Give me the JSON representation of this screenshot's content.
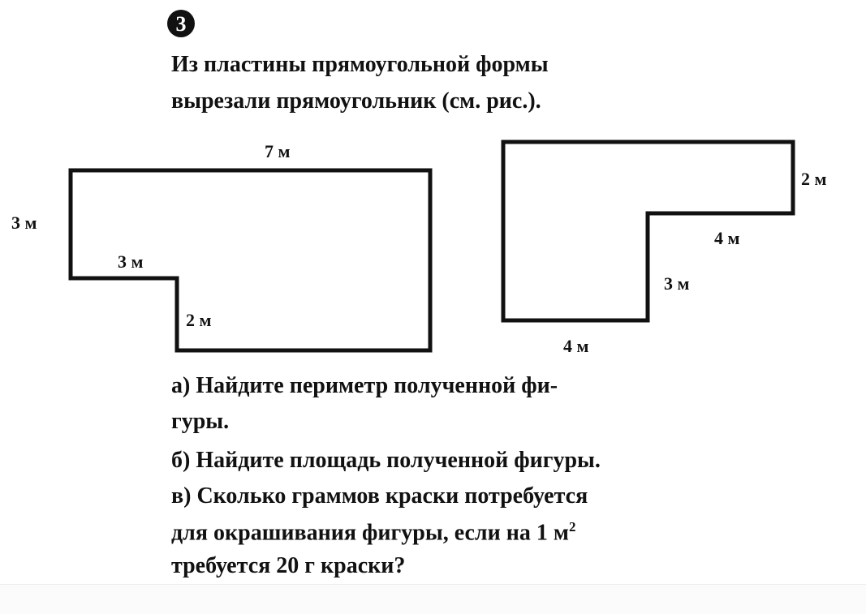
{
  "problem_number": "3",
  "intro": [
    "Из пластины прямоугольной формы",
    "вырезали прямоугольник (см. рис.)."
  ],
  "figure_left": {
    "top": "7 м",
    "left": "3 м",
    "notch_top": "3 м",
    "notch_side": "2 м"
  },
  "figure_right": {
    "right": "2 м",
    "step_top": "4 м",
    "step_side": "3 м",
    "bottom": "4 м"
  },
  "questions": {
    "a": [
      "а) Найдите периметр полученной фи-",
      "гуры."
    ],
    "b": "б) Найдите площадь полученной фигуры.",
    "c": [
      "в) Сколько граммов краски потребуется",
      "для окрашивания фигуры, если на 1 м",
      "требуется 20 г краски?"
    ],
    "c_superscript": "2"
  }
}
